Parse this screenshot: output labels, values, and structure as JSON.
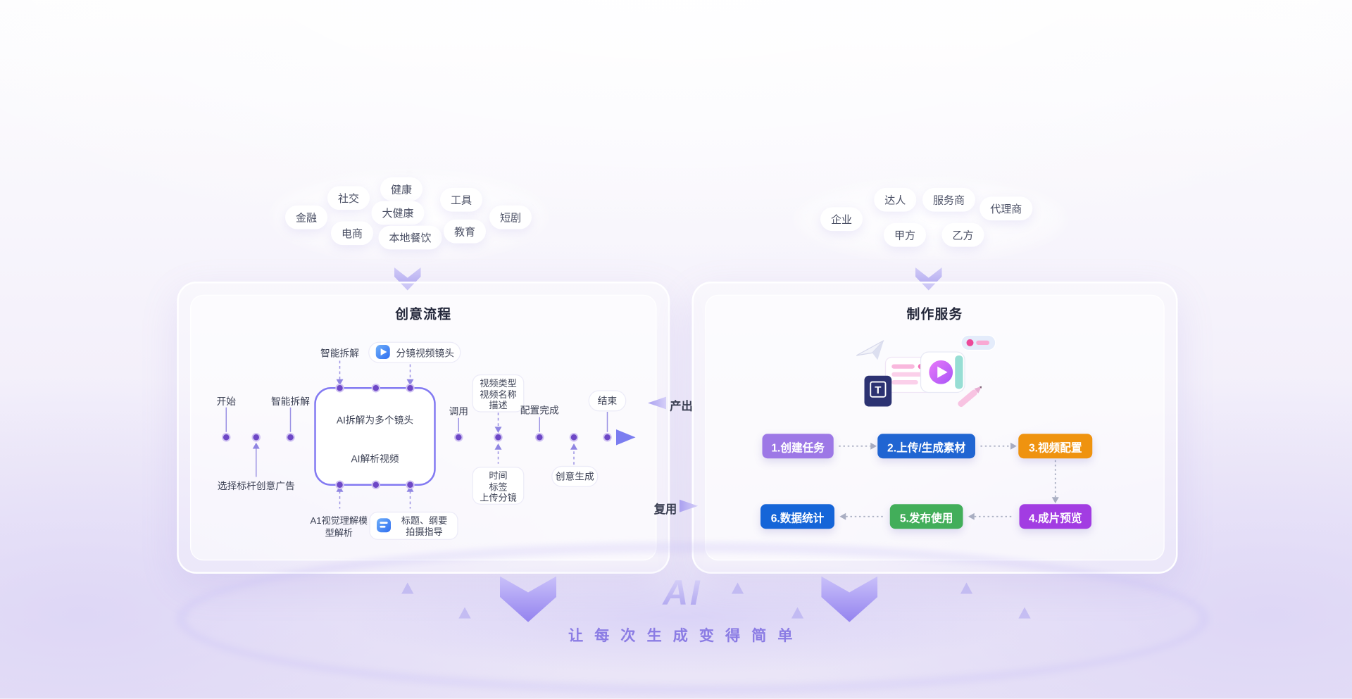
{
  "clouds": {
    "left": [
      "社交",
      "健康",
      "工具",
      "金融",
      "大健康",
      "短剧",
      "电商",
      "本地餐饮",
      "教育"
    ],
    "right": [
      "达人",
      "服务商",
      "代理商",
      "企业",
      "甲方",
      "乙方"
    ]
  },
  "left_panel": {
    "title": "创意流程",
    "flow": {
      "start": "开始",
      "smart_split_1": "智能拆解",
      "select_benchmark": "选择标杆创意广告",
      "smart_split_2": "智能拆解",
      "storyboard_shots": "分镜视频镜头",
      "box_line_top": "AI拆解为多个镜头",
      "box_line_bottom": "AI解析视频",
      "visual_model_line1": "A1视觉理解模",
      "visual_model_line2": "型解析",
      "title_outline_line1": "标题、纲要",
      "title_outline_line2": "拍摄指导",
      "invoke": "调用",
      "video_line1": "视频类型",
      "video_line2": "视频名称",
      "video_line3": "描述",
      "config_done": "配置完成",
      "time_line1": "时间",
      "time_line2": "标签",
      "time_line3": "上传分镜",
      "idea_generated": "创意生成",
      "end": "结束"
    }
  },
  "right_panel": {
    "title": "制作服务",
    "illustration_t": "T",
    "steps": [
      {
        "label": "1.创建任务",
        "color": "#9d78e6"
      },
      {
        "label": "2.上传/生成素材",
        "color": "#2065d2"
      },
      {
        "label": "3.视频配置",
        "color": "#ef930f"
      },
      {
        "label": "4.成片预览",
        "color": "#a23ce2"
      },
      {
        "label": "5.发布使用",
        "color": "#42ae5a"
      },
      {
        "label": "6.数据统计",
        "color": "#1565d8"
      }
    ]
  },
  "middle": {
    "output": "产出",
    "reuse": "复用"
  },
  "footer": {
    "ai": "AI",
    "slogan": "让 每 次 生 成 变 得 简 单"
  }
}
